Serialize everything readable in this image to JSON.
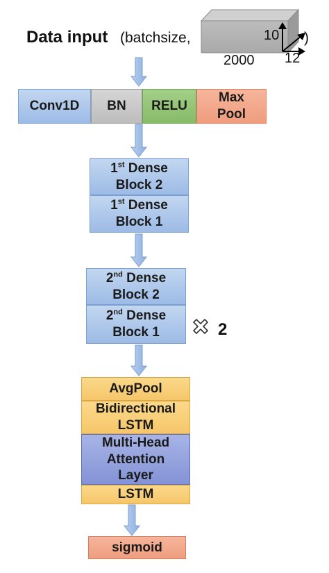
{
  "input": {
    "title": "Data input",
    "shape_prefix": "(batchsize,",
    "shape_suffix": ")",
    "dim_depth": "10",
    "dim_width": "2000",
    "dim_channels": "12"
  },
  "first_row": {
    "conv": "Conv1D",
    "bn": "BN",
    "relu": "RELU",
    "maxpool_line1": "Max",
    "maxpool_line2": "Pool"
  },
  "dense1": {
    "block2_ord": "1",
    "block2_sup": "st",
    "block2_a": "Dense",
    "block2_b": "Block 2",
    "block1_ord": "1",
    "block1_sup": "st",
    "block1_a": "Dense",
    "block1_b": "Block 1"
  },
  "dense2": {
    "block2_ord": "2",
    "block2_sup": "nd",
    "block2_a": "Dense",
    "block2_b": "Block 2",
    "block1_ord": "2",
    "block1_sup": "nd",
    "block1_a": "Dense",
    "block1_b": "Block 1",
    "repeat": "2"
  },
  "stack": {
    "avgpool": "AvgPool",
    "bilstm_line1": "Bidirectional",
    "bilstm_line2": "LSTM",
    "mha_line1": "Multi-Head",
    "mha_line2": "Attention",
    "mha_line3": "Layer",
    "lstm": "LSTM"
  },
  "output": {
    "sigmoid": "sigmoid"
  },
  "colors": {
    "blue": "#9dbbe6",
    "gray": "#bdbdbd",
    "green": "#86bb68",
    "salmon": "#ef9d7e",
    "yellow": "#f6c66a",
    "purple": "#8393d6"
  }
}
